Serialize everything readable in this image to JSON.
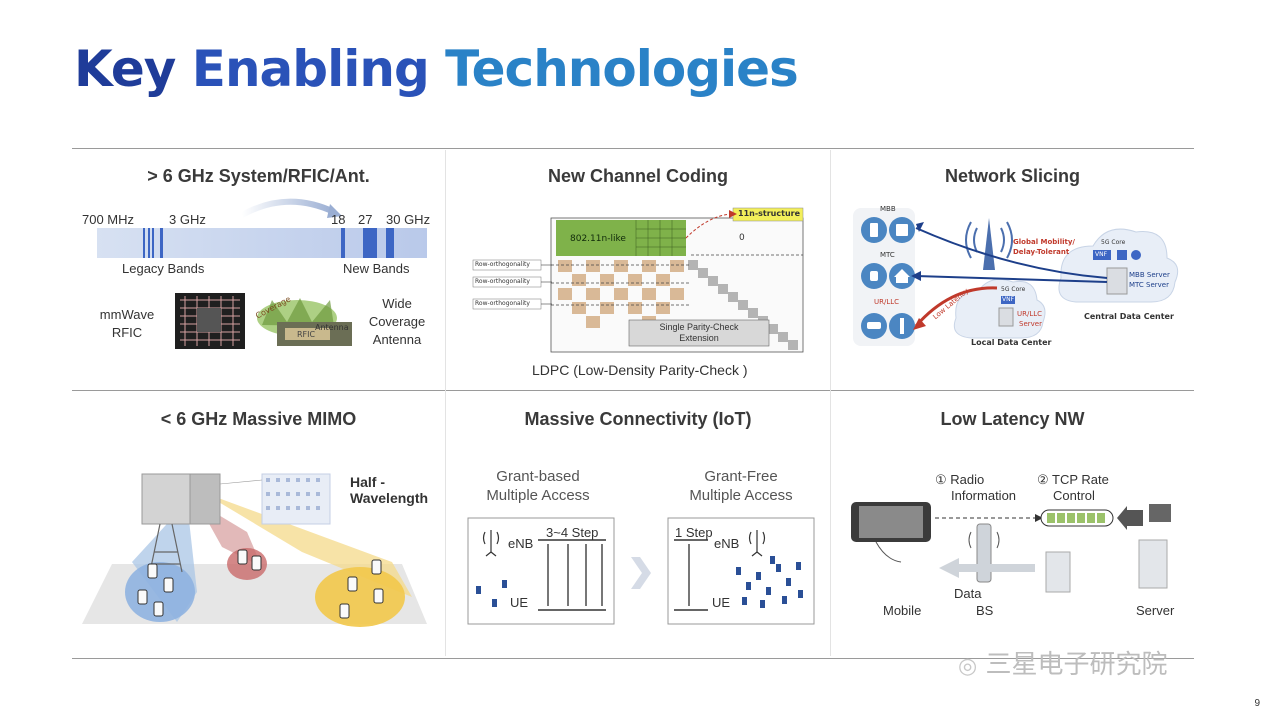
{
  "page": {
    "title_words": [
      "Key",
      "Enabling",
      "Technologies"
    ],
    "page_number": "9",
    "watermark": "三星电子研究院"
  },
  "panels": {
    "ghz": {
      "title": "> 6 GHz System/RFIC/Ant.",
      "freq_labels": [
        "700 MHz",
        "3 GHz",
        "18",
        "27",
        "30 GHz"
      ],
      "legacy_label": "Legacy Bands",
      "new_label": "New Bands",
      "rfic_label_1": "mmWave",
      "rfic_label_2": "RFIC",
      "antenna_label_1": "Wide",
      "antenna_label_2": "Coverage",
      "antenna_label_3": "Antenna",
      "coverage_text": "Coverage",
      "antenna_text": "Antenna",
      "rfic_chip_text": "RFIC"
    },
    "coding": {
      "title": "New Channel Coding",
      "caption": "LDPC (Low-Density Parity-Check )",
      "core_label": "802.11n-like",
      "structure_label": "11n-structure",
      "zero_label": "0",
      "row_labels": [
        "Row-orthogonality",
        "Row-orthogonality",
        "Row-orthogonality"
      ],
      "parity_label_1": "Single Parity-Check",
      "parity_label_2": "Extension"
    },
    "slicing": {
      "title": "Network Slicing",
      "mbb": "MBB",
      "mtc": "MTC",
      "urllc": "UR/LLC",
      "global_1": "Global Mobility/",
      "global_2": "Delay-Tolerant",
      "low_latency": "Low Latency",
      "core_small": "5G Core",
      "vnf": "VNF",
      "mbb_server": "MBB Server",
      "mtc_server": "MTC Server",
      "urllc_server_1": "UR/LLC",
      "urllc_server_2": "Server",
      "central": "Central Data Center",
      "local": "Local Data Center"
    },
    "mimo": {
      "title": "< 6 GHz Massive MIMO",
      "half_1": "Half -",
      "half_2": "Wavelength"
    },
    "iot": {
      "title": "Massive Connectivity (IoT)",
      "grant_based_1": "Grant-based",
      "grant_based_2": "Multiple Access",
      "grant_free_1": "Grant-Free",
      "grant_free_2": "Multiple Access",
      "enb": "eNB",
      "ue": "UE",
      "step_based": "3~4 Step",
      "step_free": "1 Step"
    },
    "latency": {
      "title": "Low Latency NW",
      "radio_1": "① Radio",
      "radio_2": "Information",
      "tcp_1": "② TCP Rate",
      "tcp_2": "Control",
      "data": "Data",
      "mobile": "Mobile",
      "bs": "BS",
      "server": "Server"
    }
  },
  "colors": {
    "title_dark": "#1f3c99",
    "title_mid": "#2a52b8",
    "title_light": "#2a82c7",
    "band_blue": "#3d66c4",
    "ldpc_green": "#7fb24a",
    "ldpc_tan": "#d9b997",
    "structure_yellow": "#f3ef5a",
    "arrow_red": "#c0392b",
    "arrow_navy": "#1d3f8a"
  }
}
